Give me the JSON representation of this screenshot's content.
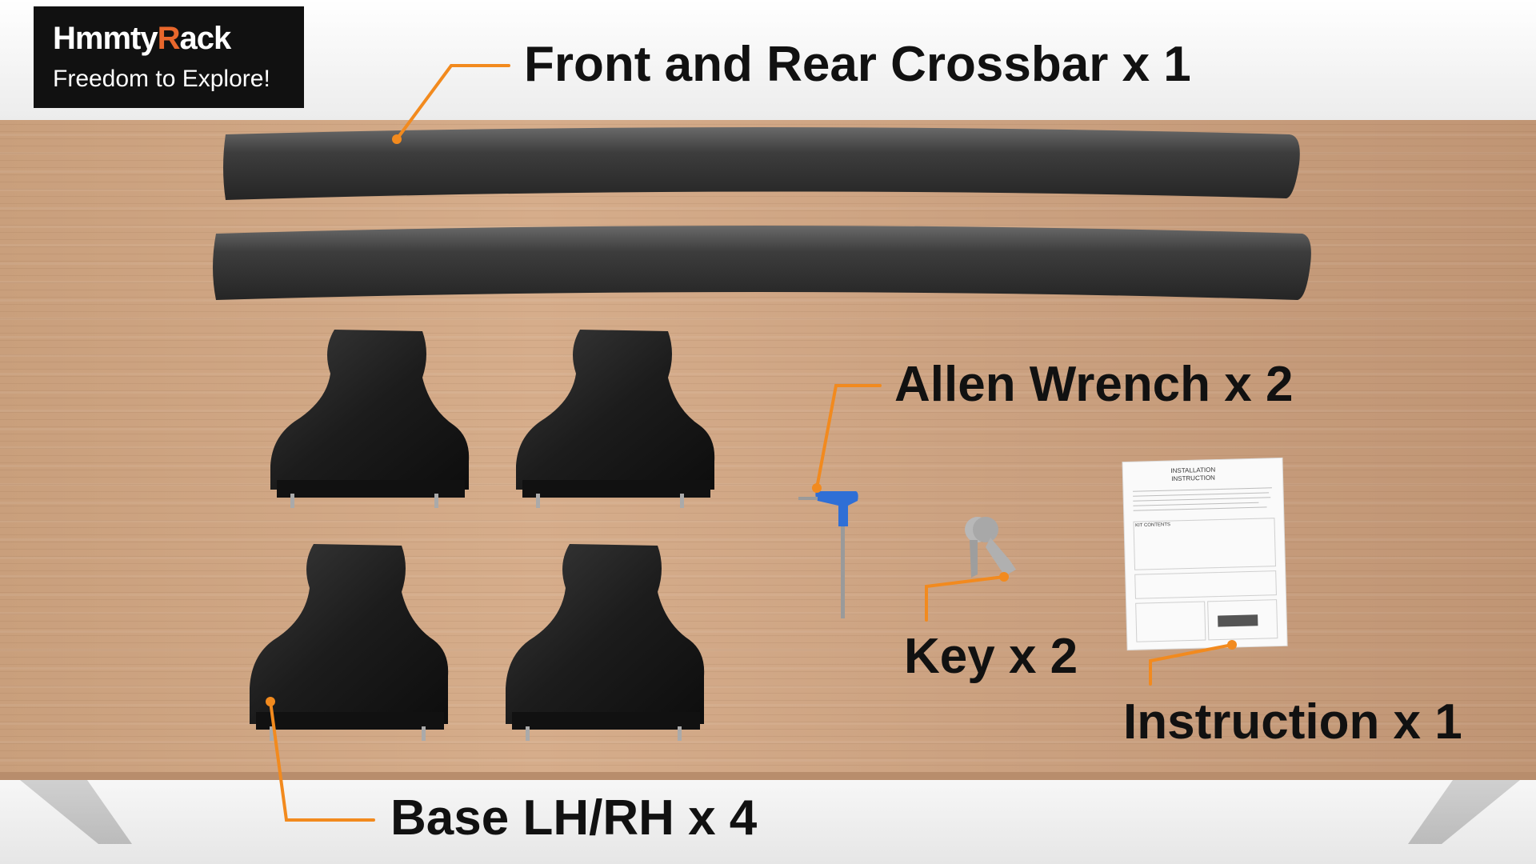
{
  "brand": {
    "name_prefix": "H",
    "name_mid": "mmty",
    "name_accent": "R",
    "name_suffix": "ack",
    "tagline": "Freedom to Explore!",
    "accent_color": "#e8672c"
  },
  "labels": {
    "crossbar": "Front and Rear Crossbar x 1",
    "allen": "Allen Wrench x 2",
    "key": "Key x 2",
    "instruction": "Instruction x 1",
    "base": "Base LH/RH x 4"
  },
  "instruction_sheet": {
    "title_line1": "INSTALLATION",
    "title_line2": "INSTRUCTION",
    "section": "KIT CONTENTS"
  },
  "colors": {
    "callout": "#f28a1e",
    "wrench_handle": "#2f6fd6",
    "rack_parts": "#1b1b1b"
  }
}
